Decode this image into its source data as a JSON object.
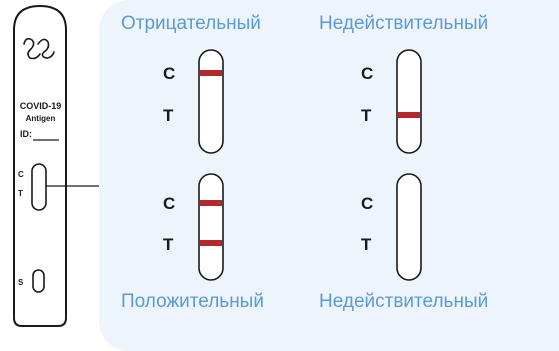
{
  "cassette": {
    "title": "COVID-19",
    "subtitle": "Antigen",
    "id_label": "ID:",
    "c_mark": "C",
    "t_mark": "T",
    "s_mark": "S"
  },
  "results": [
    {
      "label": "Отрицательный",
      "c_label": "C",
      "t_label": "T",
      "c_line": true,
      "t_line": false
    },
    {
      "label": "Недействительный",
      "c_label": "C",
      "t_label": "T",
      "c_line": false,
      "t_line": true
    },
    {
      "label": "Положительный",
      "c_label": "C",
      "t_label": "T",
      "c_line": true,
      "t_line": true
    },
    {
      "label": "Недействительный",
      "c_label": "C",
      "t_label": "T",
      "c_line": false,
      "t_line": false
    }
  ],
  "colors": {
    "panel_background": "#edf4fb",
    "label_text": "#5a9bd5",
    "result_line": "#b3272d",
    "outline": "#1a1a1a"
  }
}
